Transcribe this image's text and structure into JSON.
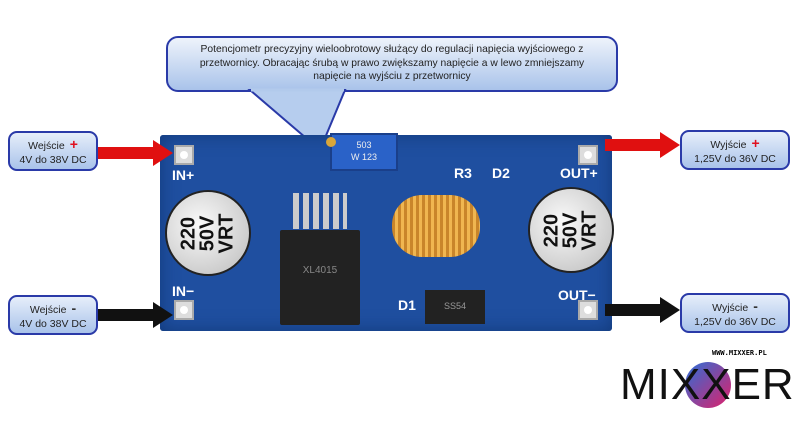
{
  "callout": {
    "line1": "Potencjometr precyzyjny wieloobrotowy służący do regulacji napięcia wyjściowego z",
    "line2": "przetwornicy. Obracając śrubą w prawo zwiększamy napięcie a w lewo zmniejszamy",
    "line3": "napięcie na wyjściu z przetwornicy"
  },
  "labels": {
    "in_plus": {
      "title": "Wejście",
      "sign": "+",
      "range": "4V do 38V DC"
    },
    "in_minus": {
      "title": "Wejście",
      "sign": "-",
      "range": "4V do 38V DC"
    },
    "out_plus": {
      "title": "Wyjście",
      "sign": "+",
      "range": "1,25V do 36V DC"
    },
    "out_minus": {
      "title": "Wyjście",
      "sign": "-",
      "range": "1,25V do 36V DC"
    }
  },
  "pcb": {
    "in_plus": "IN+",
    "in_minus": "IN−",
    "out_plus": "OUT+",
    "out_minus": "OUT−",
    "r3": "R3",
    "d2": "D2",
    "d1": "D1",
    "cap_text": "220 50V VRT",
    "pot_code": "503",
    "pot_code2": "W 123",
    "ic": "XL4015",
    "diode": "SS54"
  },
  "logo": {
    "url": "WWW.MIXXER.PL",
    "brand": "MIXXER"
  },
  "colors": {
    "positive_arrow": "#e01010",
    "negative_arrow": "#111111",
    "box_border": "#2a3aa8",
    "pcb": "#1f4fa0"
  }
}
